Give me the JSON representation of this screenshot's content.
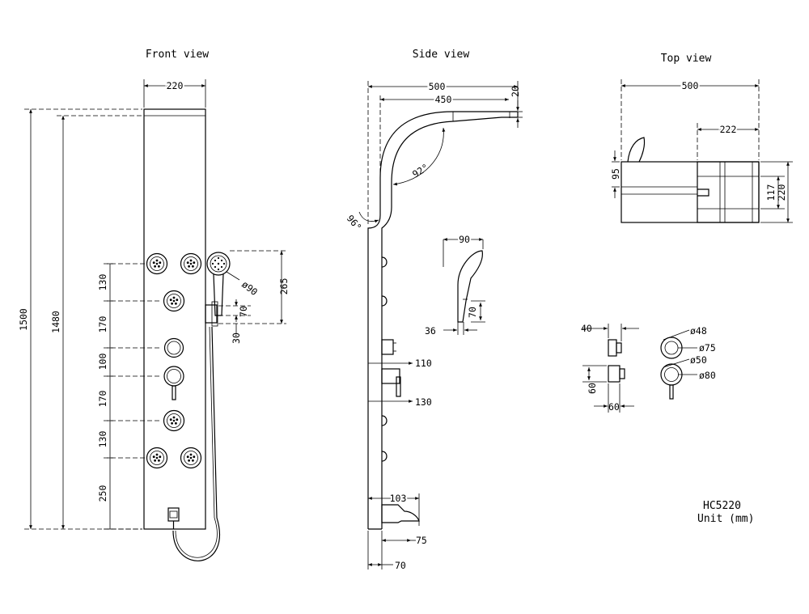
{
  "views": {
    "front": "Front view",
    "side": "Side view",
    "top": "Top view"
  },
  "model": {
    "code": "HC5220",
    "unit": "Unit (mm)"
  },
  "dims": {
    "front": {
      "width": "220",
      "height_total": "1500",
      "height_panel": "1480",
      "jet_spacing_1": "130",
      "jet_spacing_2": "170",
      "jet_spacing_3": "100",
      "jet_spacing_4": "170",
      "jet_spacing_5": "130",
      "bottom_offset": "250",
      "handshower_dia": "ø90",
      "holder_range": "265",
      "holder_height": "70",
      "holder_offset": "30"
    },
    "side": {
      "depth_total": "500",
      "depth_arm": "450",
      "head_thickness": "20",
      "arm_angle": "92°",
      "base_angle": "96°",
      "knob_depth_1": "110",
      "knob_depth_2": "130",
      "spout_depth": "103",
      "spout_offset": "75",
      "panel_depth": "70",
      "hs_width": "90",
      "hs_height": "70",
      "hs_tip": "36"
    },
    "top": {
      "depth_total": "500",
      "head_width": "222",
      "arm_thickness": "95",
      "head_depth": "117",
      "panel_width": "220"
    },
    "knobs": {
      "small_depth": "40",
      "small_inner": "ø48",
      "small_outer": "ø75",
      "large_depth": "60",
      "large_width": "60",
      "large_inner": "ø50",
      "large_outer": "ø80"
    }
  }
}
